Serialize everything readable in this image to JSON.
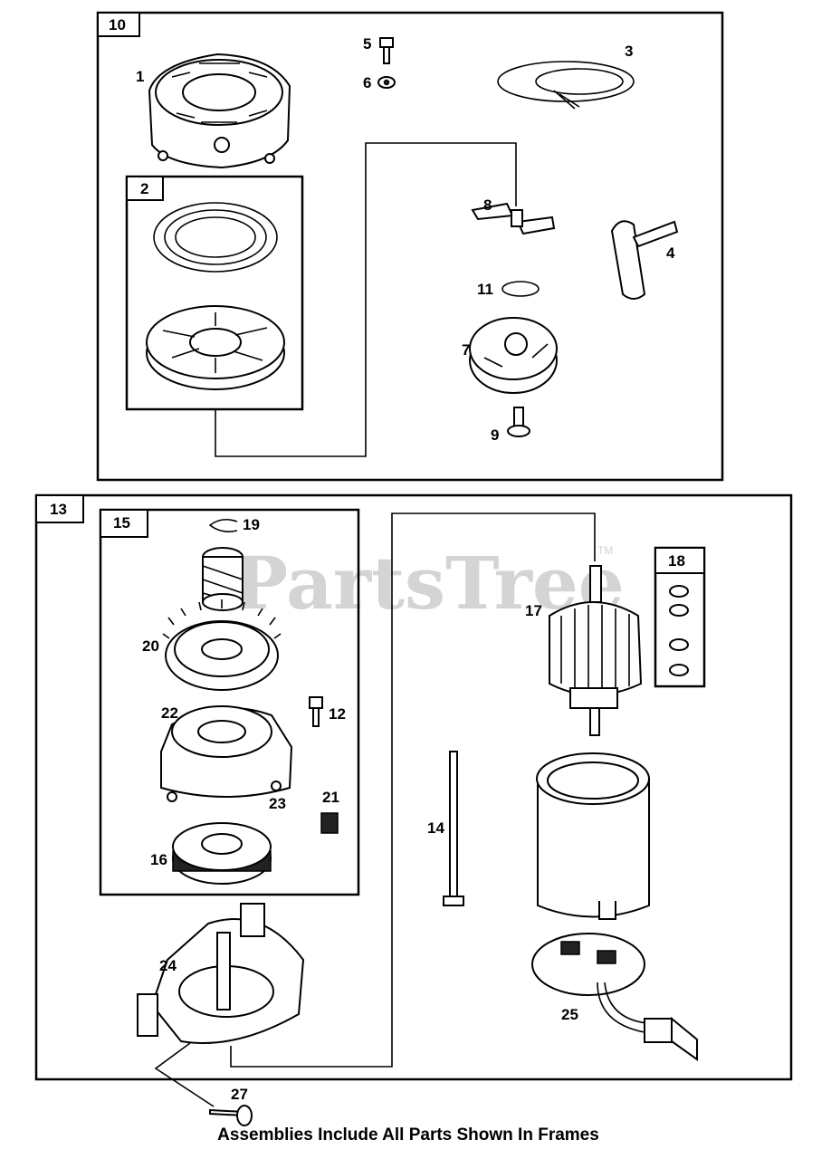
{
  "watermark": {
    "text": "PartsTree",
    "trademark": "TM"
  },
  "frames": {
    "f10": "10",
    "f2": "2",
    "f13": "13",
    "f15": "15",
    "f18": "18"
  },
  "labels": {
    "p1": "1",
    "p3": "3",
    "p4": "4",
    "p5": "5",
    "p6": "6",
    "p7": "7",
    "p8": "8",
    "p9": "9",
    "p11": "11",
    "p12": "12",
    "p14": "14",
    "p16": "16",
    "p17": "17",
    "p19": "19",
    "p20": "20",
    "p21": "21",
    "p22": "22",
    "p23": "23",
    "p24": "24",
    "p25": "25",
    "p27": "27"
  },
  "footer": "Assemblies Include All Parts Shown In Frames"
}
